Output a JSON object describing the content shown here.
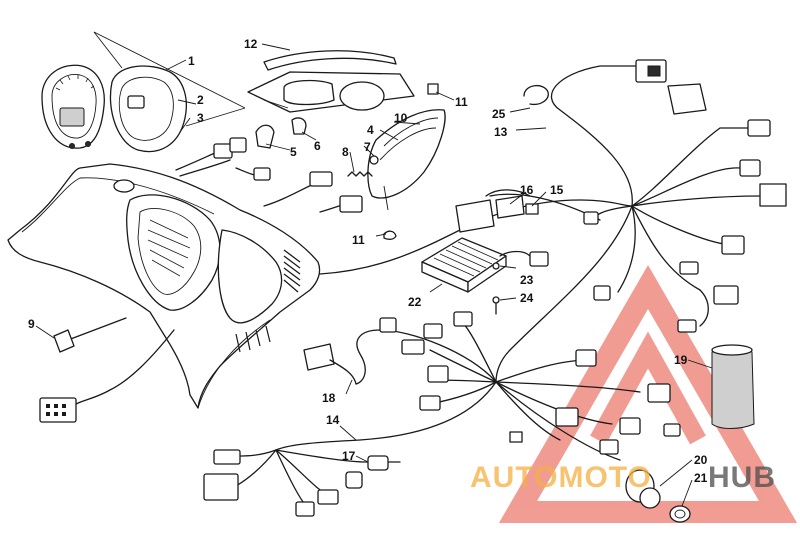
{
  "callouts": [
    {
      "id": "1",
      "label": "1"
    },
    {
      "id": "2",
      "label": "2"
    },
    {
      "id": "3",
      "label": "3"
    },
    {
      "id": "4",
      "label": "4"
    },
    {
      "id": "5",
      "label": "5"
    },
    {
      "id": "6",
      "label": "6"
    },
    {
      "id": "7",
      "label": "7"
    },
    {
      "id": "8",
      "label": "8"
    },
    {
      "id": "9",
      "label": "9"
    },
    {
      "id": "10",
      "label": "10"
    },
    {
      "id": "11a",
      "label": "11"
    },
    {
      "id": "11b",
      "label": "11"
    },
    {
      "id": "12",
      "label": "12"
    },
    {
      "id": "13",
      "label": "13"
    },
    {
      "id": "14",
      "label": "14"
    },
    {
      "id": "15",
      "label": "15"
    },
    {
      "id": "16",
      "label": "16"
    },
    {
      "id": "17",
      "label": "17"
    },
    {
      "id": "18",
      "label": "18"
    },
    {
      "id": "19",
      "label": "19"
    },
    {
      "id": "20",
      "label": "20"
    },
    {
      "id": "21",
      "label": "21"
    },
    {
      "id": "22",
      "label": "22"
    },
    {
      "id": "23",
      "label": "23"
    },
    {
      "id": "24",
      "label": "24"
    },
    {
      "id": "25",
      "label": "25"
    }
  ],
  "watermark": {
    "part1": "AUTOMOTO",
    "part2": "HUB",
    "color_orange": "#f5b041",
    "color_red": "#e74c3c",
    "color_dark": "#4d4d4d"
  }
}
